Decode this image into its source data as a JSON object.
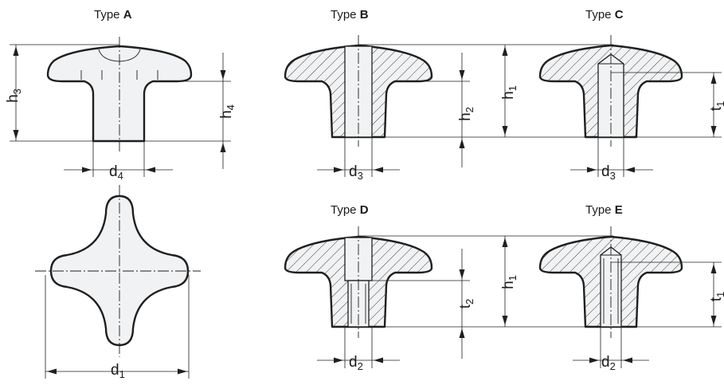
{
  "types": {
    "a": {
      "prefix": "Type ",
      "letter": "A"
    },
    "b": {
      "prefix": "Type ",
      "letter": "B"
    },
    "c": {
      "prefix": "Type ",
      "letter": "C"
    },
    "d": {
      "prefix": "Type ",
      "letter": "D"
    },
    "e": {
      "prefix": "Type ",
      "letter": "E"
    }
  },
  "dimensions": {
    "h3": {
      "base": "h",
      "sub": "3"
    },
    "h4": {
      "base": "h",
      "sub": "4"
    },
    "d4": {
      "base": "d",
      "sub": "4"
    },
    "d1": {
      "base": "d",
      "sub": "1"
    },
    "h2": {
      "base": "h",
      "sub": "2"
    },
    "h1_top": {
      "base": "h",
      "sub": "1"
    },
    "h1_bottom": {
      "base": "h",
      "sub": "1"
    },
    "d3_b": {
      "base": "d",
      "sub": "3"
    },
    "d3_c": {
      "base": "d",
      "sub": "3"
    },
    "t1_top": {
      "base": "t",
      "sub": "1"
    },
    "t1_bottom": {
      "base": "t",
      "sub": "1"
    },
    "t2": {
      "base": "t",
      "sub": "2"
    },
    "d2_d": {
      "base": "d",
      "sub": "2"
    },
    "d2_e": {
      "base": "d",
      "sub": "2"
    }
  }
}
